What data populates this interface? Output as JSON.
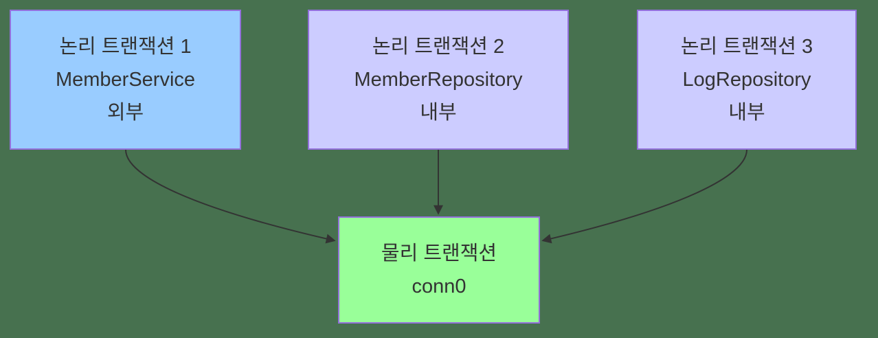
{
  "diagram": {
    "type": "flowchart",
    "direction": "top-down",
    "nodes": [
      {
        "id": "logical-tx-1",
        "fill": "blue",
        "lines": [
          "논리 트랜잭션 1",
          "MemberService",
          "외부"
        ]
      },
      {
        "id": "logical-tx-2",
        "fill": "lavender",
        "lines": [
          "논리 트랜잭션 2",
          "MemberRepository",
          "내부"
        ]
      },
      {
        "id": "logical-tx-3",
        "fill": "lavender",
        "lines": [
          "논리 트랜잭션 3",
          "LogRepository",
          "내부"
        ]
      },
      {
        "id": "physical-tx",
        "fill": "green",
        "lines": [
          "물리 트랜잭션",
          "conn0"
        ]
      }
    ],
    "edges": [
      {
        "from": "logical-tx-1",
        "to": "physical-tx",
        "arrow": "arrowhead"
      },
      {
        "from": "logical-tx-2",
        "to": "physical-tx",
        "arrow": "arrowhead"
      },
      {
        "from": "logical-tx-3",
        "to": "physical-tx",
        "arrow": "arrowhead"
      }
    ]
  },
  "colors": {
    "background": "#47714F",
    "node-border": "#9370DB",
    "fill-blue": "#99CCFF",
    "fill-lavender": "#CCCCFF",
    "fill-green": "#99FF99",
    "edge": "#333333",
    "text": "#333333"
  }
}
